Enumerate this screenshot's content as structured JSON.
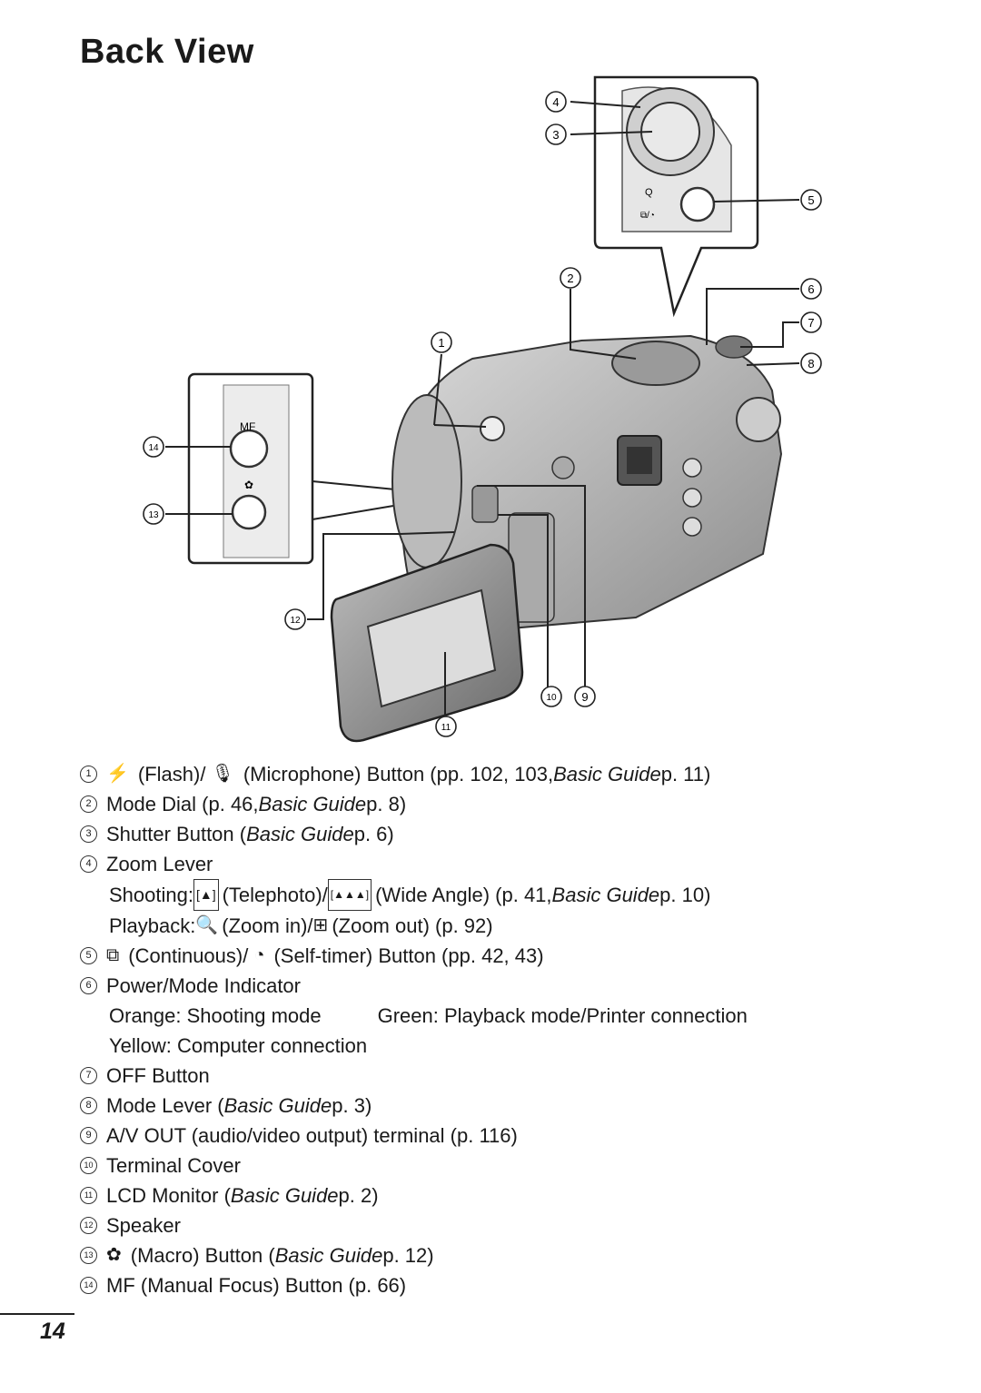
{
  "page": {
    "title": "Back View",
    "page_number": "14"
  },
  "figure": {
    "callouts": [
      "1",
      "2",
      "3",
      "4",
      "5",
      "6",
      "7",
      "8",
      "9",
      "10",
      "11",
      "12",
      "13",
      "14"
    ],
    "inset_labels": {
      "mf": "MF"
    }
  },
  "legend": [
    {
      "n": "1",
      "icon": "flash-icon",
      "glyph": "⚡",
      "a": "(Flash)/",
      "icon2": "microphone-icon",
      "glyph2": "🎙",
      "b": "(Microphone) Button (pp. 102, 103, ",
      "ref": "Basic Guide",
      "c": " p. 11)"
    },
    {
      "n": "2",
      "a": "Mode Dial (p. 46, ",
      "ref": "Basic Guide",
      "c": " p. 8)"
    },
    {
      "n": "3",
      "a": "Shutter Button (",
      "ref": "Basic Guide",
      "c": " p. 6)"
    },
    {
      "n": "4",
      "a": "Zoom Lever"
    },
    {
      "indent": true,
      "a": "Shooting: ",
      "icon": "telephoto-icon",
      "glyph": "[▲]",
      "b": " (Telephoto)/",
      "icon2": "wide-angle-icon",
      "glyph2": "[▲▲▲]",
      "c": " (Wide Angle) (p. 41, ",
      "ref": "Basic Guide",
      "d": " p. 10)"
    },
    {
      "indent": true,
      "a": "Playback: ",
      "icon": "zoom-in-icon",
      "glyph": "🔍",
      "b": " (Zoom in)/",
      "icon2": "zoom-out-icon",
      "glyph2": "⊞",
      "c": " (Zoom out) (p. 92)"
    },
    {
      "n": "5",
      "icon": "continuous-icon",
      "glyph": "⧉",
      "a": "(Continuous)/",
      "icon2": "self-timer-icon",
      "glyph2": "◔",
      "b": "(Self-timer) Button (pp. 42, 43)"
    },
    {
      "n": "6",
      "a": "Power/Mode Indicator"
    },
    {
      "indent": true,
      "a": "Orange: Shooting mode",
      "b": "Green: Playback mode/Printer connection"
    },
    {
      "indent": true,
      "a": "Yellow: Computer connection"
    },
    {
      "n": "7",
      "a": "OFF Button"
    },
    {
      "n": "8",
      "a": "Mode Lever (",
      "ref": "Basic Guide",
      "c": " p. 3)"
    },
    {
      "n": "9",
      "a": "A/V OUT (audio/video output) terminal (p. 116)"
    },
    {
      "n": "10",
      "a": "Terminal Cover"
    },
    {
      "n": "11",
      "a": "LCD Monitor (",
      "ref": "Basic Guide",
      "c": " p. 2)"
    },
    {
      "n": "12",
      "a": "Speaker"
    },
    {
      "n": "13",
      "icon": "macro-icon",
      "glyph": "✿",
      "a": "(Macro) Button (",
      "ref": "Basic Guide",
      "c": " p. 12)"
    },
    {
      "n": "14",
      "a": "MF (Manual Focus) Button (p. 66)"
    }
  ]
}
